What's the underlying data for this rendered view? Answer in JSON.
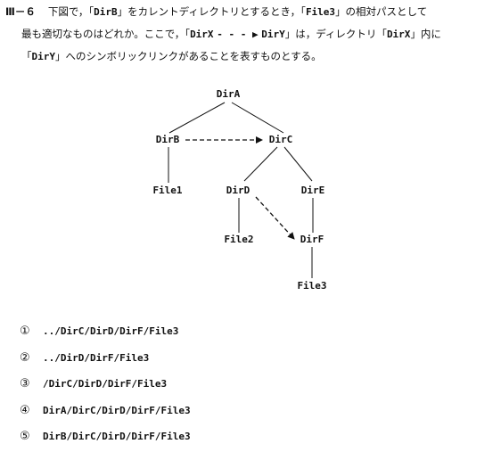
{
  "question": {
    "number": "Ⅲ－６",
    "line1_a": "下図で，「",
    "line1_dir": "DirB",
    "line1_b": "」をカレントディレクトリとするとき，「",
    "line1_file": "File3",
    "line1_c": "」の相対パスとして",
    "line2_a": "最も適切なものはどれか。ここで，「",
    "line2_x": "DirX",
    "line2_arrow": "- - - ▶",
    "line2_y": "DirY",
    "line2_b": "」は，ディレクトリ「",
    "line2_x2": "DirX",
    "line2_c": "」内に",
    "line3_a": "「",
    "line3_y": "DirY",
    "line3_b": "」へのシンボリックリンクがあることを表すものとする。"
  },
  "tree": {
    "nodes": {
      "dira": "DirA",
      "dirb": "DirB",
      "dirc": "DirC",
      "file1": "File1",
      "dird": "DirD",
      "dire": "DirE",
      "file2": "File2",
      "dirf": "DirF",
      "file3": "File3"
    },
    "symlinks": [
      {
        "from": "DirB",
        "to": "DirC"
      },
      {
        "from": "DirD",
        "to": "DirF"
      }
    ]
  },
  "choices": [
    {
      "num": "①",
      "path": "../DirC/DirD/DirF/File3"
    },
    {
      "num": "②",
      "path": "../DirD/DirF/File3"
    },
    {
      "num": "③",
      "path": "/DirC/DirD/DirF/File3"
    },
    {
      "num": "④",
      "path": "DirA/DirC/DirD/DirF/File3"
    },
    {
      "num": "⑤",
      "path": "DirB/DirC/DirD/DirF/File3"
    }
  ]
}
